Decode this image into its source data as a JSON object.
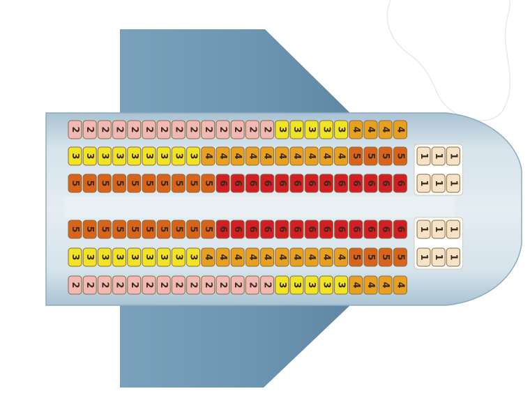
{
  "colors": {
    "1": "#f6e2c6",
    "2": "#f2b8b4",
    "3": "#f1e424",
    "4": "#e8a020",
    "5": "#d8641c",
    "6": "#d21e24",
    "seat_border": "#8a6a3a",
    "fuselage": "#cfdde6",
    "fuselage_edge": "#9bb4c4",
    "wing": "#6f97b3",
    "wing_light": "#8eb2c9"
  },
  "seat_rows": [
    {
      "id": "top-window",
      "seats": [
        2,
        2,
        2,
        2,
        2,
        2,
        2,
        2,
        2,
        2,
        2,
        2,
        2,
        2,
        3,
        3,
        3,
        3,
        3,
        4,
        4,
        4,
        4
      ]
    },
    {
      "id": "top-middle",
      "seats": [
        3,
        3,
        3,
        3,
        3,
        3,
        3,
        3,
        3,
        4,
        4,
        4,
        4,
        4,
        4,
        4,
        4,
        4,
        4,
        5,
        5,
        5,
        5
      ]
    },
    {
      "id": "top-aisle",
      "seats": [
        5,
        5,
        5,
        5,
        5,
        5,
        5,
        5,
        5,
        5,
        6,
        6,
        6,
        6,
        6,
        6,
        6,
        6,
        6,
        6,
        6,
        6,
        6
      ]
    },
    {
      "id": "bottom-aisle",
      "seats": [
        5,
        5,
        5,
        5,
        5,
        5,
        5,
        5,
        5,
        5,
        6,
        6,
        6,
        6,
        6,
        6,
        6,
        6,
        6,
        6,
        6,
        6,
        6
      ]
    },
    {
      "id": "bottom-middle",
      "seats": [
        3,
        3,
        3,
        3,
        3,
        3,
        3,
        3,
        3,
        4,
        4,
        4,
        4,
        4,
        4,
        4,
        4,
        4,
        4,
        5,
        5,
        5,
        5
      ]
    },
    {
      "id": "bottom-window",
      "seats": [
        2,
        2,
        2,
        2,
        2,
        2,
        2,
        2,
        2,
        2,
        2,
        2,
        2,
        2,
        3,
        3,
        3,
        3,
        3,
        4,
        4,
        4,
        4
      ]
    }
  ],
  "front_seats": [
    {
      "id": "front-top",
      "rows": [
        [
          1,
          1,
          1
        ],
        [
          1,
          1,
          1
        ]
      ]
    },
    {
      "id": "front-bottom",
      "rows": [
        [
          1,
          1,
          1
        ],
        [
          1,
          1,
          1
        ]
      ]
    }
  ]
}
